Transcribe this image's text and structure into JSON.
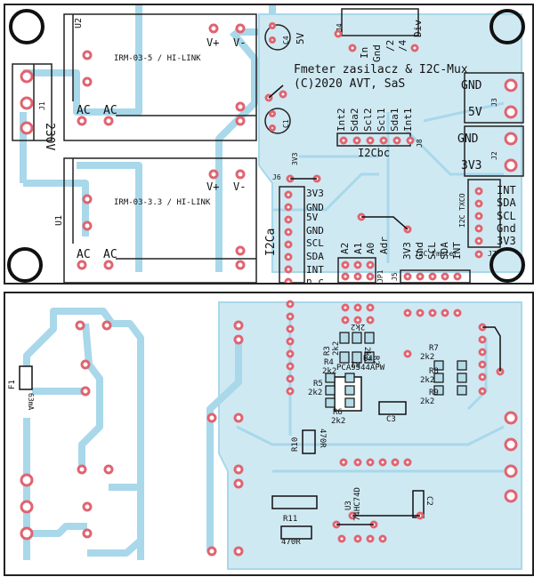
{
  "top_board": {
    "title_line1": "Fmeter zasilacz & I2C-Mux",
    "title_line2": "(C)2020 AVT, SaS",
    "modules": [
      {
        "ref": "U2",
        "label": "IRM-03-5 / HI-LINK",
        "pin_vplus": "V+",
        "pin_vminus": "V-",
        "pin_ac1": "AC",
        "pin_ac2": "AC"
      },
      {
        "ref": "U1",
        "label": "IRM-03-3.3 / HI-LINK",
        "pin_vplus": "V+",
        "pin_vminus": "V-",
        "pin_ac1": "AC",
        "pin_ac2": "AC"
      }
    ],
    "j1": {
      "ref": "J1",
      "label": "230V"
    },
    "c4": "C4",
    "c1": "C1",
    "led_5v": "5V",
    "led_3v3": "3V3",
    "j4": {
      "ref": "J4",
      "pins": [
        "In",
        "Gnd",
        "/2",
        "/4"
      ],
      "extra": "Div"
    },
    "j3": {
      "ref": "J3",
      "pins": [
        "GND",
        "5V"
      ]
    },
    "j2": {
      "ref": "J2",
      "pins": [
        "GND",
        "3V3"
      ]
    },
    "j8": {
      "ref": "J8",
      "pins": [
        "Int2",
        "Sda2",
        "Scl2",
        "Scl1",
        "Sda1",
        "Int1"
      ],
      "caption": "I2Cbc"
    },
    "j6": "J6",
    "i2ca": {
      "caption": "I2Ca",
      "pins": [
        "3V3",
        "GND",
        "5V",
        "GND",
        "SCL",
        "SDA",
        "INT",
        "n.c."
      ]
    },
    "jp1": {
      "ref": "JP1",
      "pins": [
        "A2",
        "A1",
        "A0",
        "Adr"
      ]
    },
    "j5": {
      "ref": "J5",
      "pins": [
        "3V3",
        "Gnd",
        "SCL",
        "SDA",
        "INT"
      ],
      "caption": "I2C Fmeter"
    },
    "j7": {
      "ref": "J7",
      "caption": "I2C TXCO",
      "pins": [
        "INT",
        "SDA",
        "SCL",
        "Gnd",
        "3V3"
      ]
    }
  },
  "bottom_board": {
    "f1": {
      "ref": "F1",
      "value": "63mA"
    },
    "resistors": [
      {
        "ref": "R3",
        "value": "2k2"
      },
      {
        "ref": "R2",
        "value": "2k2"
      },
      {
        "ref": "R1",
        "value": "2k2"
      },
      {
        "ref": "R4",
        "value": "2k2"
      },
      {
        "ref": "R5",
        "value": "2k2"
      },
      {
        "ref": "R6",
        "value": "2k2"
      },
      {
        "ref": "R7",
        "value": "2k2"
      },
      {
        "ref": "R8",
        "value": "2k2"
      },
      {
        "ref": "R9",
        "value": "2k2"
      },
      {
        "ref": "R10",
        "value": "470R"
      },
      {
        "ref": "R11",
        "value": "470R"
      }
    ],
    "u4": {
      "ref": "U4",
      "part": "PCA9544APW"
    },
    "u3": {
      "ref": "U3",
      "part": "74HC74D"
    },
    "c3": "C3",
    "c2": "C2"
  },
  "colors": {
    "copper": "#a8d8ea",
    "pad": "#e06470",
    "silk": "#111111",
    "outline": "#222222"
  }
}
